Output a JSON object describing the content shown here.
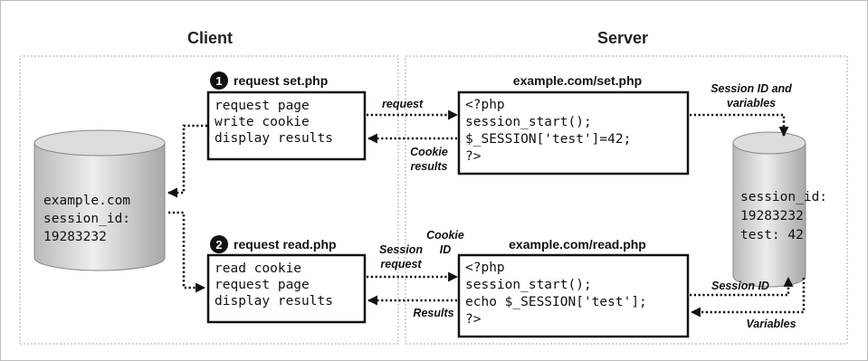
{
  "headings": {
    "client": "Client",
    "server": "Server"
  },
  "client": {
    "database": [
      "example.com",
      "session_id:",
      "19283232"
    ],
    "step1": {
      "number": "1",
      "title": "request set.php",
      "lines": [
        "request page",
        "write cookie",
        "display results"
      ]
    },
    "step2": {
      "number": "2",
      "title": "request read.php",
      "lines": [
        "read cookie",
        "request page",
        "display results"
      ]
    }
  },
  "server": {
    "set": {
      "title": "example.com/set.php",
      "lines": [
        "<?php",
        "session_start();",
        "$_SESSION['test']=42;",
        "?>"
      ]
    },
    "read": {
      "title": "example.com/read.php",
      "lines": [
        "<?php",
        "session_start();",
        "echo $_SESSION['test'];",
        "?>"
      ]
    },
    "database": [
      "session_id:",
      "19283232",
      "test: 42"
    ]
  },
  "labels": {
    "request": "request",
    "cookie_results": [
      "Cookie",
      "results"
    ],
    "session_id_and_variables": [
      "Session ID and",
      "variables"
    ],
    "session_request": [
      "Session",
      "request"
    ],
    "cookie_id": [
      "Cookie",
      "ID"
    ],
    "results": "Results",
    "session_id": "Session ID",
    "variables": "Variables"
  }
}
